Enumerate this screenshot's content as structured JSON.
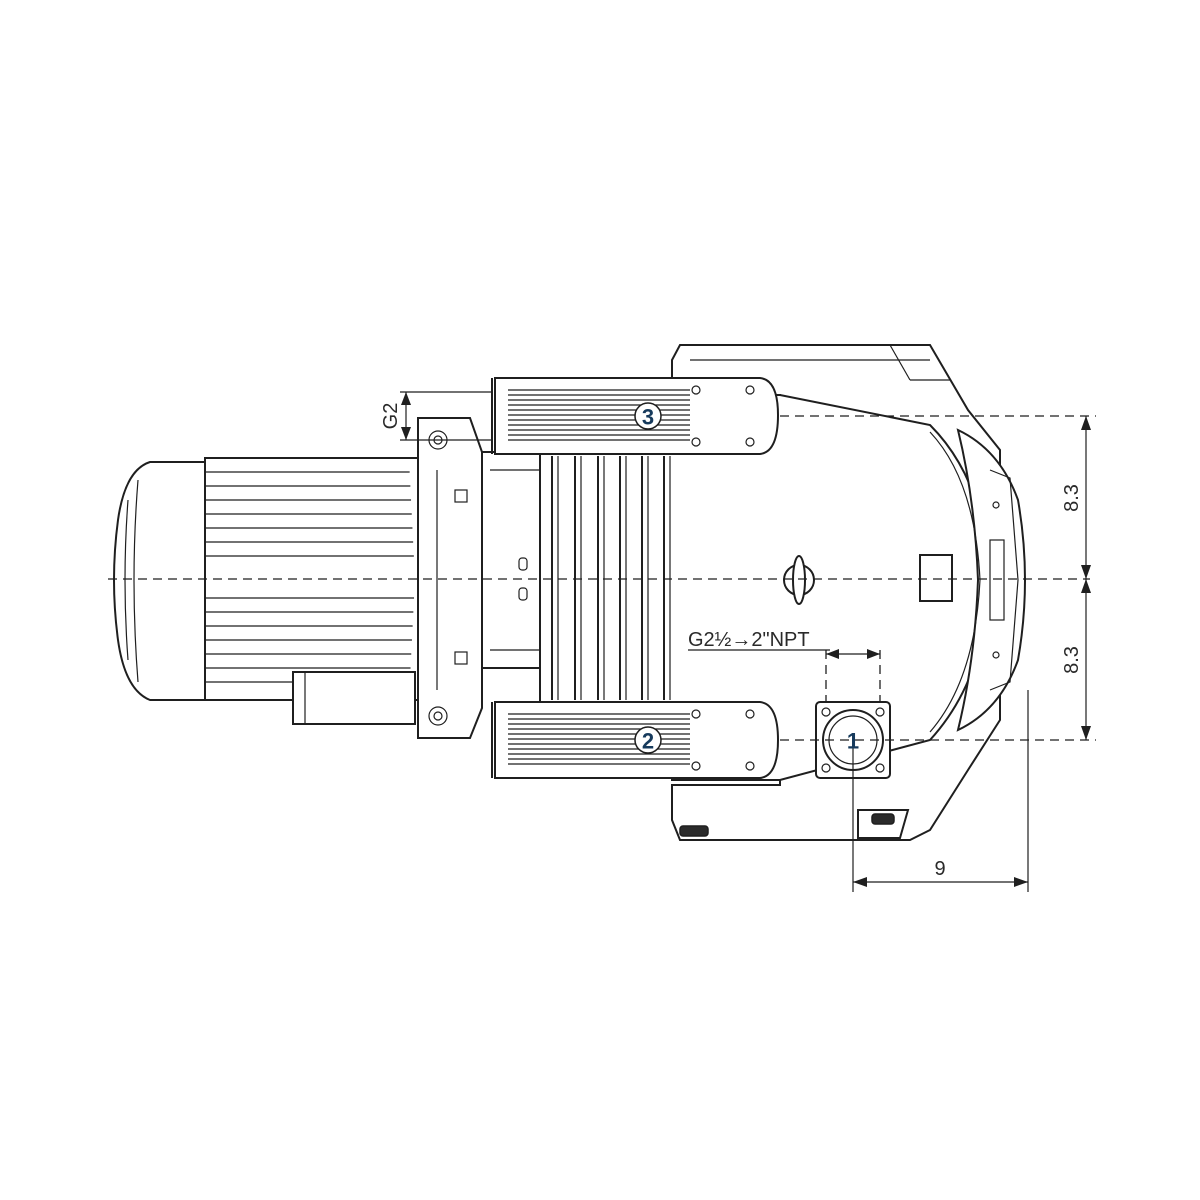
{
  "ports": [
    {
      "id": "suction",
      "label": "1"
    },
    {
      "id": "drain",
      "label": "2"
    },
    {
      "id": "vent",
      "label": "3"
    }
  ],
  "dimensions": {
    "upper_height": "8.3",
    "lower_height": "8.3",
    "port_offset": "9",
    "vent_thread": "G2",
    "suction_thread": "G2½→2\"NPT"
  }
}
